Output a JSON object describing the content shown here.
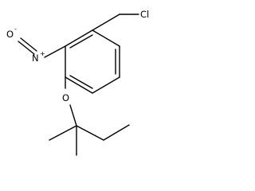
{
  "structure": {
    "atoms": {
      "chlorine": "Cl",
      "nitro_nitrogen": "N",
      "nitro_nitrogen_charge": "+",
      "nitro_oxygen": "O",
      "nitro_oxygen_charge": "-",
      "ether_oxygen": "O"
    },
    "colors": {
      "ink": "#000000",
      "background": "#ffffff"
    }
  }
}
